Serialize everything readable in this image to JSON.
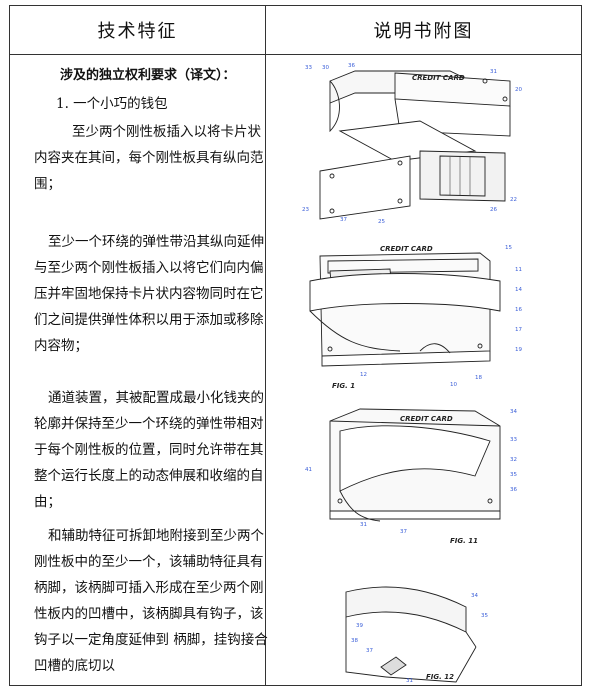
{
  "table": {
    "header_left": "技术特征",
    "header_right": "说明书附图"
  },
  "left": {
    "heading": "涉及的独立权利要求（译文）：",
    "item_title": "1.   一个小巧的钱包",
    "para1": "至少两个刚性板插入以将卡片状内容夹在其间，每个刚性板具有纵向范围；",
    "para2": "至少一个环绕的弹性带沿其纵向延伸与至少两个刚性板插入以将它们向内偏压并牢固地保持卡片状内容物同时在它们之间提供弹性体积以用于添加或移除内容物；",
    "para3": "通道装置，其被配置成最小化钱夹的轮廓并保持至少一个环绕的弹性带相对于每个刚性板的位置，同时允许带在其整个运行长度上的动态伸展和收缩的自由；",
    "para4": "和辅助特征可拆卸地附接到至少两个刚性板中的至少一个，该辅助特征具有柄脚，该柄脚可插入形成在至少两个刚性板内的凹槽中，该柄脚具有钩子，该钩子以一定角度延伸到 柄脚，挂钩接合凹槽的底切以"
  },
  "figures": {
    "fig1_label": "FIG. 1",
    "fig11_label": "FIG. 11",
    "fig12_label": "FIG. 12",
    "card_text": "CREDIT CARD",
    "callouts_top": [
      "33",
      "30",
      "36",
      "31",
      "20",
      "23",
      "37",
      "25",
      "22",
      "26"
    ],
    "callouts_fig1": [
      "15",
      "11",
      "14",
      "16",
      "17",
      "19",
      "18",
      "10",
      "12"
    ],
    "callouts_fig11": [
      "34",
      "33",
      "32",
      "35",
      "36",
      "37",
      "31",
      "41"
    ],
    "callouts_fig12": [
      "34",
      "35",
      "31",
      "39",
      "38",
      "37"
    ]
  }
}
